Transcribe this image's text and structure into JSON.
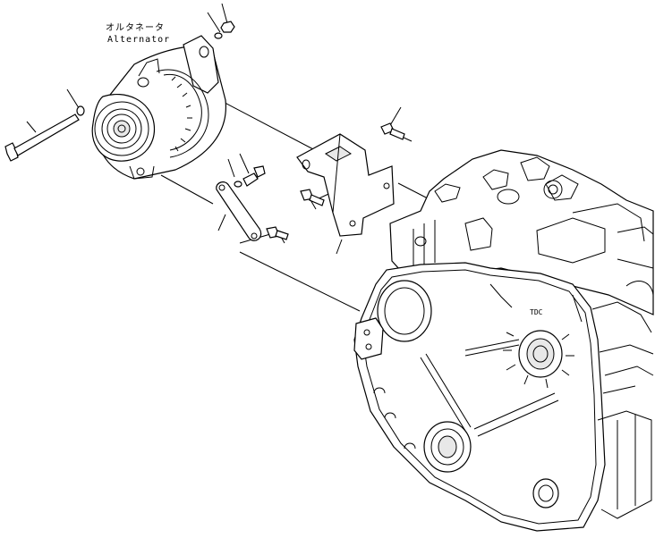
{
  "labels": {
    "alternator_japanese": "オルタネータ",
    "alternator_english": "Alternator",
    "cover_marking": "TDC"
  },
  "colors": {
    "line": "#000000",
    "background": "#ffffff"
  }
}
